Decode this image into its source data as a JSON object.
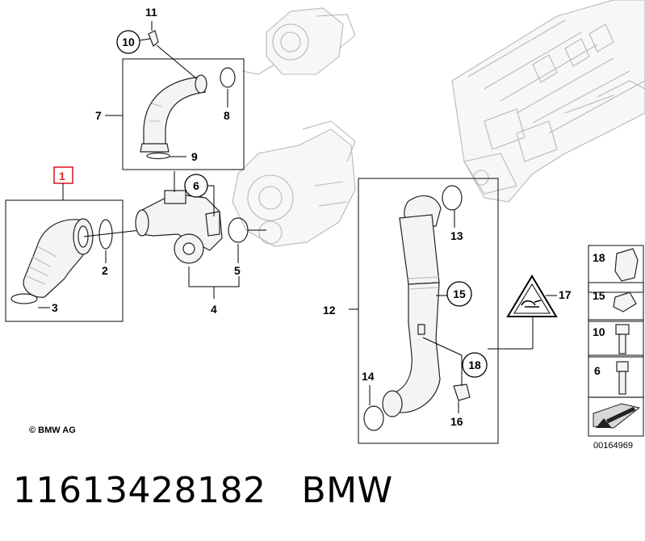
{
  "diagram": {
    "callouts": {
      "c1": "1",
      "c2": "2",
      "c3": "3",
      "c4": "4",
      "c5": "5",
      "c6": "6",
      "c7": "7",
      "c8": "8",
      "c9": "9",
      "c10": "10",
      "c11": "11",
      "c12": "12",
      "c13": "13",
      "c14": "14",
      "c15": "15",
      "c16": "16",
      "c17": "17",
      "c18": "18"
    },
    "legend": {
      "r18": "18",
      "r15": "15",
      "r10": "10",
      "r6": "6",
      "code": "00164969"
    },
    "copyright": "© BMW AG",
    "highlight_color": "#d9262c"
  },
  "caption": {
    "part_number": "11613428182",
    "brand": "BMW"
  }
}
